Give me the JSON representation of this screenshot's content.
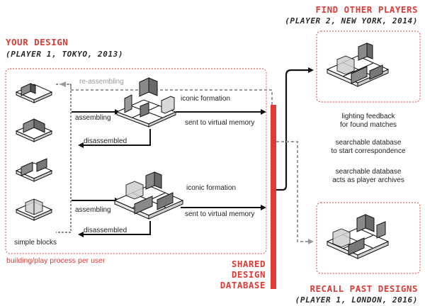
{
  "headings": {
    "your_design": "YOUR DESIGN",
    "your_design_sub": "(PLAYER 1, TOKYO, 2013)",
    "find_players": "FIND OTHER PLAYERS",
    "find_players_sub": "(PLAYER 2, NEW YORK, 2014)",
    "recall": "RECALL PAST DESIGNS",
    "recall_sub": "(PLAYER 1, LONDON, 2016)",
    "database_line1": "SHARED",
    "database_line2": "DESIGN",
    "database_line3": "DATABASE"
  },
  "labels": {
    "reassembling": "re-assembling",
    "assembling_top": "assembling",
    "iconic_top": "iconic formation",
    "sent_top": "sent to virtual memory",
    "disassembled_top": "disassembled",
    "iconic_bottom": "iconic formation",
    "assembling_bottom": "assembling",
    "sent_bottom": "sent to virtual memory",
    "disassembled_bottom": "disassembled",
    "simple_blocks": "simple blocks",
    "process": "building/play process per user",
    "lighting_1": "lighting feedback",
    "lighting_2": "for found matches",
    "search_start_1": "searchable database",
    "search_start_2": "to start correspondence",
    "search_arch_1": "searchable database",
    "search_arch_2": "acts as player archives"
  },
  "colors": {
    "accent_red": "#e03a34",
    "ink": "#111111",
    "dashed_grey": "#9a9a9a"
  }
}
